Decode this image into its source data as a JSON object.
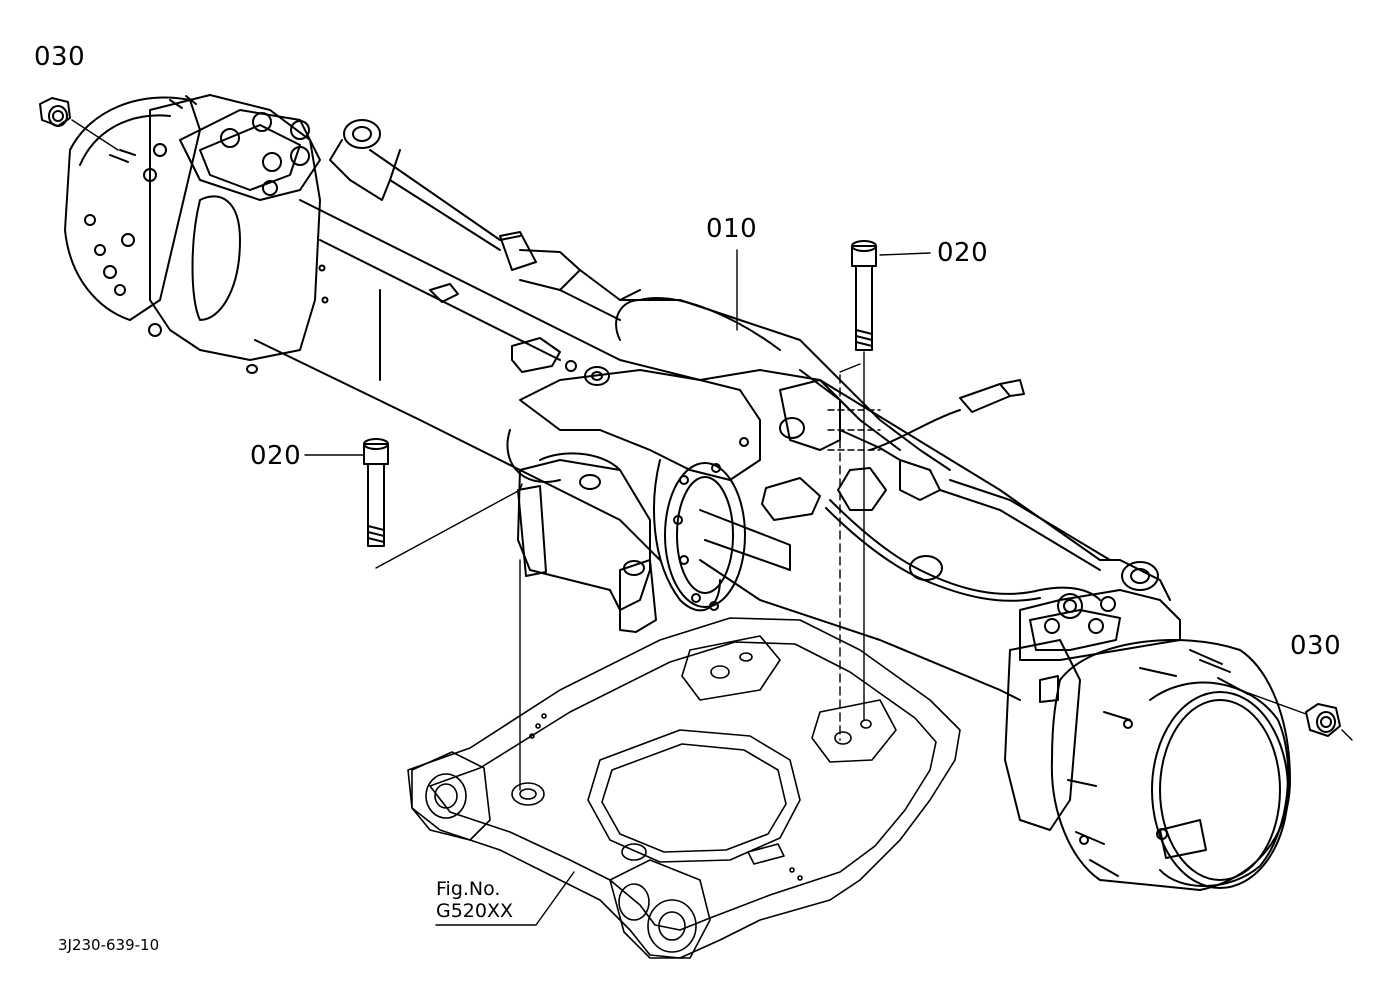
{
  "diagram": {
    "callouts": {
      "part_010": "010",
      "part_020_right": "020",
      "part_020_left": "020",
      "part_030_left": "030",
      "part_030_right": "030"
    },
    "figure_reference": {
      "line1": "Fig.No.",
      "line2": "G520XX"
    },
    "drawing_id": "3J230-639-10"
  }
}
